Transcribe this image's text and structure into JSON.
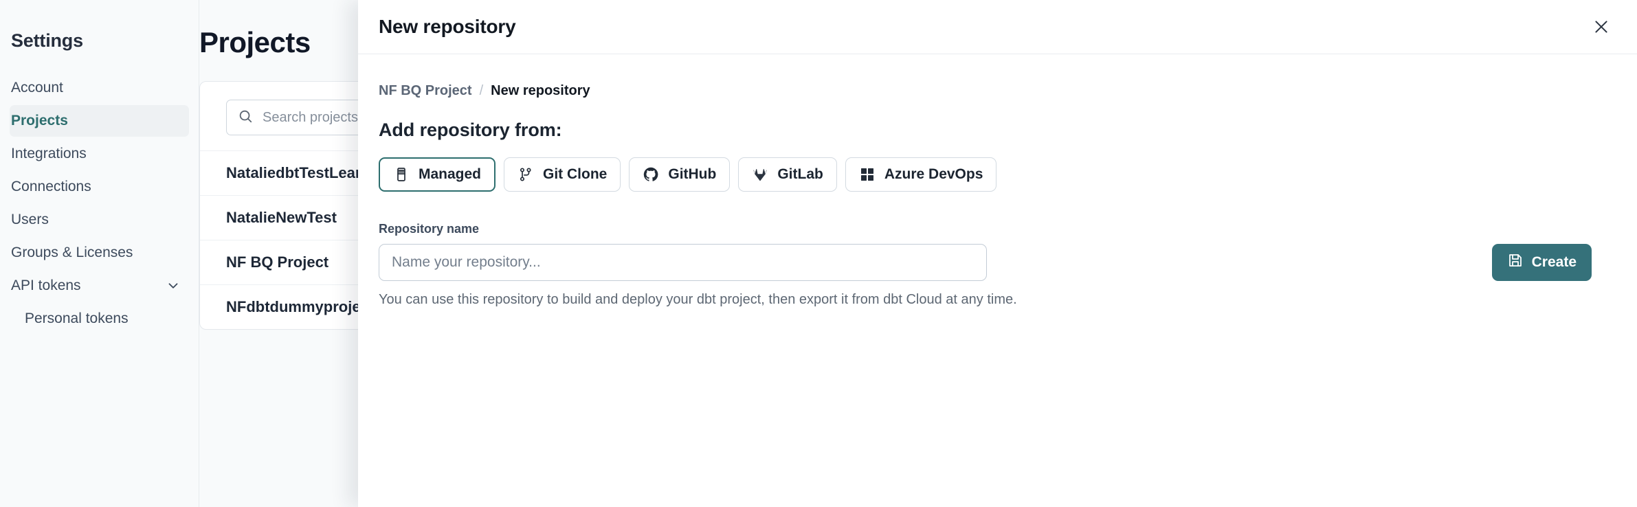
{
  "sidebar": {
    "title": "Settings",
    "items": [
      {
        "label": "Account",
        "active": false,
        "sub": false,
        "chevron": false
      },
      {
        "label": "Projects",
        "active": true,
        "sub": false,
        "chevron": false
      },
      {
        "label": "Integrations",
        "active": false,
        "sub": false,
        "chevron": false
      },
      {
        "label": "Connections",
        "active": false,
        "sub": false,
        "chevron": false
      },
      {
        "label": "Users",
        "active": false,
        "sub": false,
        "chevron": false
      },
      {
        "label": "Groups & Licenses",
        "active": false,
        "sub": false,
        "chevron": false
      },
      {
        "label": "API tokens",
        "active": false,
        "sub": false,
        "chevron": true
      },
      {
        "label": "Personal tokens",
        "active": false,
        "sub": true,
        "chevron": false
      }
    ]
  },
  "main": {
    "page_title": "Projects",
    "search": {
      "placeholder": "Search projects by name",
      "icon": "search-icon"
    },
    "projects": [
      {
        "name": "NataliedbtTestLearn Test"
      },
      {
        "name": "NatalieNewTest"
      },
      {
        "name": "NF BQ Project"
      },
      {
        "name": "NFdbtdummyproject"
      }
    ]
  },
  "panel": {
    "title": "New repository",
    "close_icon": "close-icon",
    "breadcrumb": {
      "parent": "NF BQ Project",
      "separator": "/",
      "current": "New repository"
    },
    "section_heading": "Add repository from:",
    "sources": [
      {
        "label": "Managed",
        "icon": "database-icon",
        "selected": true
      },
      {
        "label": "Git Clone",
        "icon": "git-branch-icon",
        "selected": false
      },
      {
        "label": "GitHub",
        "icon": "github-icon",
        "selected": false
      },
      {
        "label": "GitLab",
        "icon": "gitlab-icon",
        "selected": false
      },
      {
        "label": "Azure DevOps",
        "icon": "azure-devops-icon",
        "selected": false
      }
    ],
    "repo_name": {
      "label": "Repository name",
      "value": "",
      "placeholder": "Name your repository..."
    },
    "create_button": {
      "label": "Create",
      "icon": "save-icon"
    },
    "helper_text": "You can use this repository to build and deploy your dbt project, then export it from dbt Cloud at any time."
  },
  "colors": {
    "accent_teal": "#2d6e6e",
    "create_button_bg": "#35717a",
    "sidebar_bg": "#f8fafb",
    "text_dark": "#121821"
  }
}
